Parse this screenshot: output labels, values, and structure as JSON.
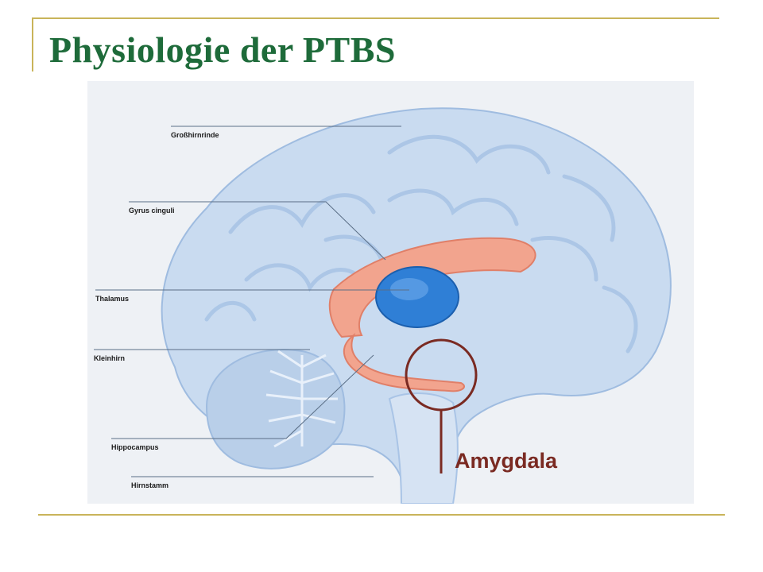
{
  "slide": {
    "title": "Physiologie der PTBS"
  },
  "diagram": {
    "labels": {
      "cortex": "Großhirnrinde",
      "cingulate": "Gyrus cinguli",
      "thalamus": "Thalamus",
      "cerebellum": "Kleinhirn",
      "hippocampus": "Hippocampus",
      "brainstem": "Hirnstamm",
      "amygdala": "Amygdala"
    },
    "colors": {
      "title": "#1e6b3a",
      "rule": "#c9b45a",
      "brain": "#c9dbf0",
      "cingulate": "#f2a48e",
      "thalamus": "#2f7fd6",
      "amygdala_marker": "#7a2a22"
    }
  }
}
